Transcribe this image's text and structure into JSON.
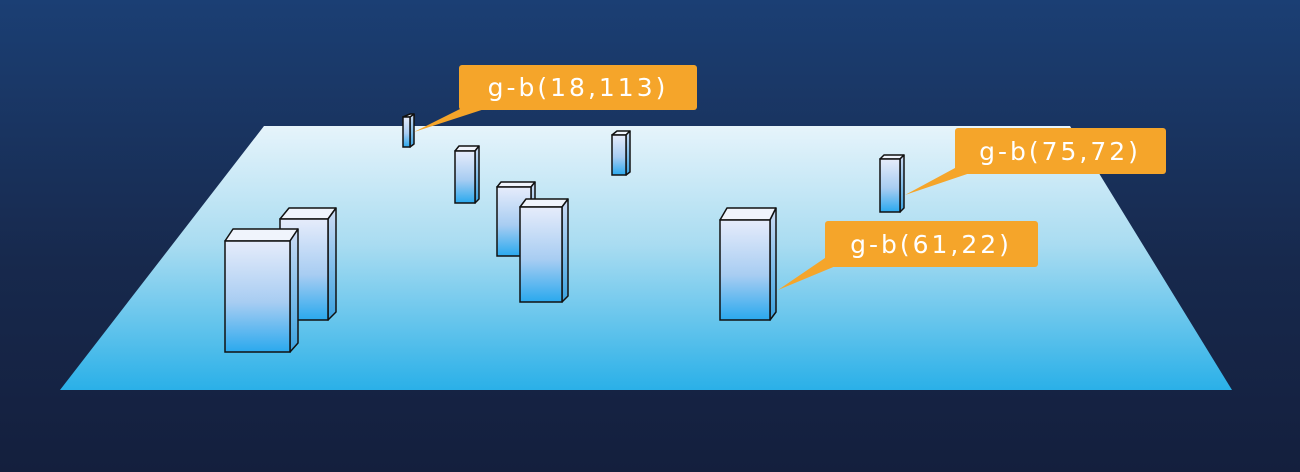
{
  "colors": {
    "background_top": "#1b3f74",
    "background_bottom": "#141f3d",
    "platform_far": "#e6f4fb",
    "platform_near": "#2ab0e8",
    "box_light": "#e6ecfb",
    "box_dark": "#2aa9ee",
    "box_outline": "#111111",
    "callout": "#f5a52a",
    "callout_text": "#ffffff"
  },
  "callouts": [
    {
      "id": "callout-1",
      "label": "g-b(18,113)"
    },
    {
      "id": "callout-2",
      "label": "g-b(75,72)"
    },
    {
      "id": "callout-3",
      "label": "g-b(61,22)"
    }
  ]
}
